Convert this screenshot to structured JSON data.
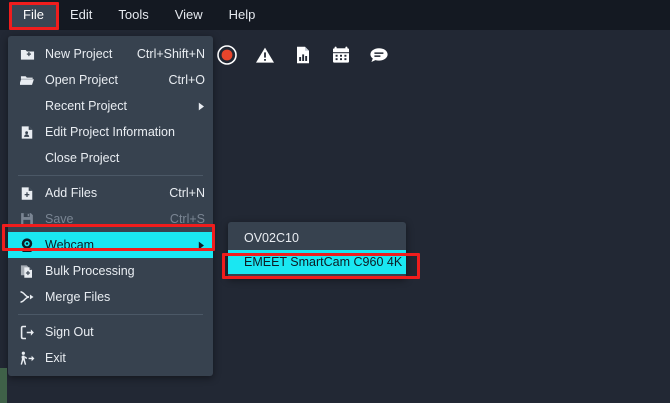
{
  "window": {
    "background_color": "#222834",
    "menubar_color": "#141922",
    "panel_color": "#37424f",
    "highlight_color": "#1ae7f2",
    "annotation_color": "#f01d1d"
  },
  "menubar": {
    "items": [
      {
        "label": "File",
        "active": true,
        "name": "menubar-item-file"
      },
      {
        "label": "Edit",
        "active": false,
        "name": "menubar-item-edit"
      },
      {
        "label": "Tools",
        "active": false,
        "name": "menubar-item-tools"
      },
      {
        "label": "View",
        "active": false,
        "name": "menubar-item-view"
      },
      {
        "label": "Help",
        "active": false,
        "name": "menubar-item-help"
      }
    ]
  },
  "toolbar": {
    "icons": [
      {
        "name": "record-icon",
        "title": "Record"
      },
      {
        "name": "warning-icon",
        "title": "Warning"
      },
      {
        "name": "report-icon",
        "title": "Report"
      },
      {
        "name": "calendar-icon",
        "title": "Calendar"
      },
      {
        "name": "chat-icon",
        "title": "Chat"
      }
    ]
  },
  "file_menu": {
    "items": [
      {
        "type": "item",
        "label": "New Project",
        "accel": "Ctrl+Shift+N",
        "icon": "new-project-icon",
        "disabled": false,
        "highlight": false,
        "submenu": false
      },
      {
        "type": "item",
        "label": "Open Project",
        "accel": "Ctrl+O",
        "icon": "open-project-icon",
        "disabled": false,
        "highlight": false,
        "submenu": false
      },
      {
        "type": "item",
        "label": "Recent Project",
        "accel": "",
        "icon": "",
        "disabled": false,
        "highlight": false,
        "submenu": true
      },
      {
        "type": "item",
        "label": "Edit Project Information",
        "accel": "",
        "icon": "edit-info-icon",
        "disabled": false,
        "highlight": false,
        "submenu": false
      },
      {
        "type": "item",
        "label": "Close Project",
        "accel": "",
        "icon": "",
        "disabled": false,
        "highlight": false,
        "submenu": false
      },
      {
        "type": "separator"
      },
      {
        "type": "item",
        "label": "Add Files",
        "accel": "Ctrl+N",
        "icon": "add-files-icon",
        "disabled": false,
        "highlight": false,
        "submenu": false
      },
      {
        "type": "item",
        "label": "Save",
        "accel": "Ctrl+S",
        "icon": "save-icon",
        "disabled": true,
        "highlight": false,
        "submenu": false
      },
      {
        "type": "item",
        "label": "Webcam",
        "accel": "",
        "icon": "webcam-icon",
        "disabled": false,
        "highlight": true,
        "submenu": true
      },
      {
        "type": "item",
        "label": "Bulk Processing",
        "accel": "",
        "icon": "bulk-processing-icon",
        "disabled": false,
        "highlight": false,
        "submenu": false
      },
      {
        "type": "item",
        "label": "Merge Files",
        "accel": "",
        "icon": "merge-files-icon",
        "disabled": false,
        "highlight": false,
        "submenu": false
      },
      {
        "type": "separator"
      },
      {
        "type": "item",
        "label": "Sign Out",
        "accel": "",
        "icon": "sign-out-icon",
        "disabled": false,
        "highlight": false,
        "submenu": false
      },
      {
        "type": "item",
        "label": "Exit",
        "accel": "",
        "icon": "exit-icon",
        "disabled": false,
        "highlight": false,
        "submenu": false
      }
    ]
  },
  "webcam_submenu": {
    "items": [
      {
        "label": "OV02C10",
        "highlight": false
      },
      {
        "label": "EMEET SmartCam C960 4K",
        "highlight": true
      }
    ]
  },
  "annotations": [
    {
      "name": "annotation-file-menu",
      "target": "File"
    },
    {
      "name": "annotation-webcam-item",
      "target": "Webcam"
    },
    {
      "name": "annotation-device-item",
      "target": "EMEET SmartCam C960 4K"
    }
  ]
}
